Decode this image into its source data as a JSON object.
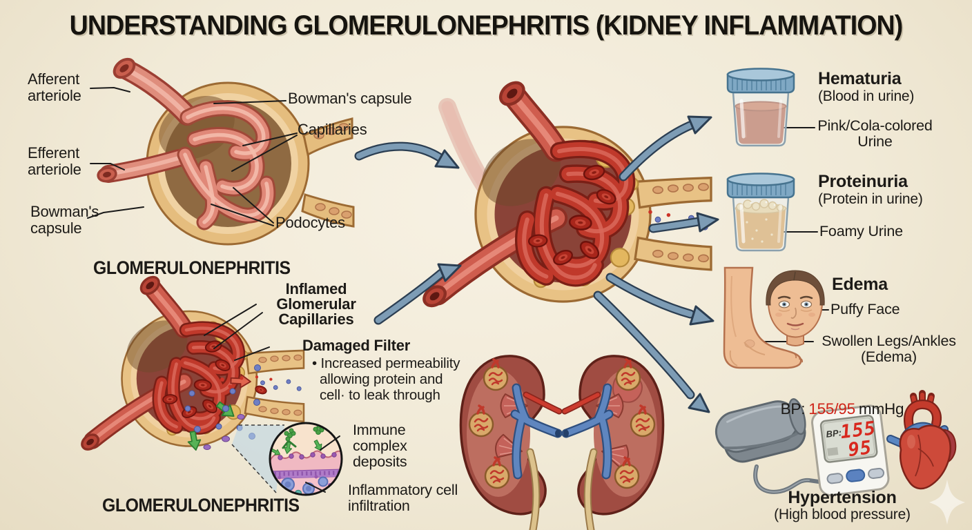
{
  "title": "UNDERSTANDING GLOMERULONEPHRITIS (KIDNEY INFLAMMATION)",
  "colors": {
    "background": "#f2ecdc",
    "text": "#1c1a17",
    "arrow_fill": "#7d9cb5",
    "arrow_outline": "#2b3e52",
    "accent_red": "#cf2318"
  },
  "normal_glomerulus": {
    "labels": {
      "afferent": "Afferent\narteriole",
      "bowmans_top": "Bowman's capsule",
      "capillaries": "Capillaries",
      "efferent": "Efferent\narteriole",
      "bowmans_left": "Bowman's\ncapsule",
      "podocytes": "Podocytes"
    }
  },
  "disease": {
    "heading_top": "GLOMERULONEPHRITIS",
    "heading_bottom": "GLOMERULONEPHRITIS",
    "inflamed": "Inflamed\nGlomerular\nCapillaries",
    "damaged_title": "Damaged Filter",
    "damaged_body": "• Increased permeability\n  allowing protein and\n  cell· to leak through",
    "immune": "Immune\ncomplex\ndeposits",
    "infiltration": "Inflammatory cell\ninfiltration"
  },
  "symptoms": {
    "hematuria": {
      "title": "Hematuria",
      "subtitle": "(Blood in urine)",
      "note": "Pink/Cola-colored\nUrine"
    },
    "proteinuria": {
      "title": "Proteinuria",
      "subtitle": "(Protein in urine)",
      "note": "Foamy Urine"
    },
    "edema": {
      "title": "Edema",
      "note_face": "Puffy Face",
      "note_legs": "Swollen Legs/Ankles\n(Edema)"
    },
    "hypertension": {
      "bp_label": "BP:",
      "bp_value": "155/95",
      "bp_unit": "mmHg",
      "title": "Hypertension",
      "subtitle": "(High blood pressure)",
      "monitor": {
        "label": "BP:",
        "systolic": "155",
        "diastolic": "95"
      }
    }
  }
}
